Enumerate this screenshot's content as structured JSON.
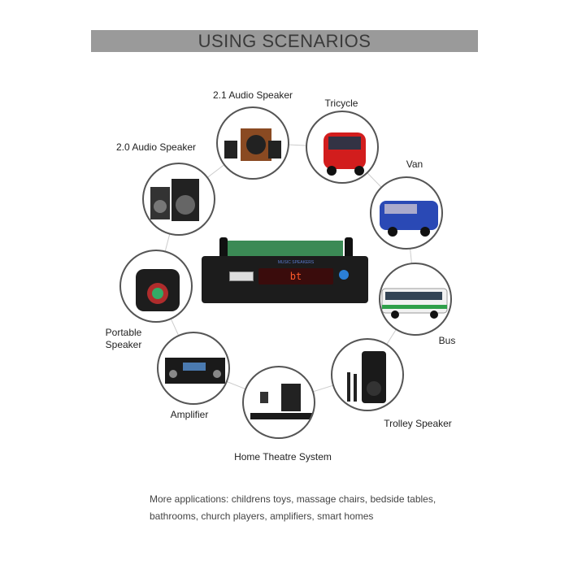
{
  "title": "USING SCENARIOS",
  "module": {
    "display_text": "bt",
    "panel_label": "MUSIC SPEAKERS"
  },
  "scenarios": [
    {
      "label": "2.1 Audio Speaker",
      "icon": "subwoofer-speakers"
    },
    {
      "label": "Tricycle",
      "icon": "red-tricycle-car"
    },
    {
      "label": "2.0 Audio Speaker",
      "icon": "bookshelf-speakers"
    },
    {
      "label": "Van",
      "icon": "blue-van"
    },
    {
      "label": "Portable Speaker",
      "icon": "portable-speaker"
    },
    {
      "label": "Bus",
      "icon": "bus"
    },
    {
      "label": "Amplifier",
      "icon": "amplifier"
    },
    {
      "label": "Trolley Speaker",
      "icon": "trolley-speaker"
    },
    {
      "label": "Home Theatre System",
      "icon": "soundbar"
    }
  ],
  "footer": {
    "line1": "More applications: childrens toys, massage chairs, bedside tables,",
    "line2": "bathrooms, church players, amplifiers, smart homes"
  },
  "colors": {
    "title_bar": "#9a9a9a",
    "circle_border": "#555555",
    "display": "#ff5a2a"
  }
}
